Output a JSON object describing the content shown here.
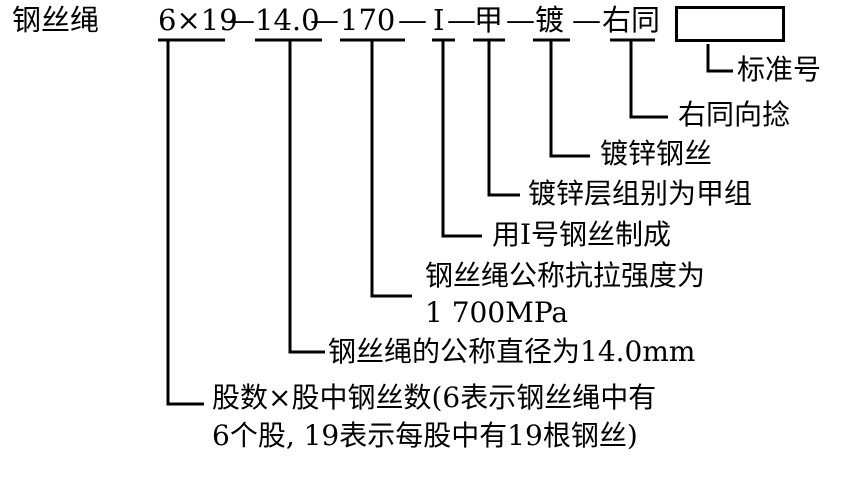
{
  "code": {
    "prefix": "钢丝绳",
    "structure": "6×19",
    "diameter": "14.0",
    "strength": "170",
    "grade": "Ⅰ",
    "coating_group": "甲",
    "coating": "镀",
    "lay": "右同",
    "separator": "—"
  },
  "explanations": {
    "standard": "标准号",
    "lay": "右同向捻",
    "coating": "镀锌钢丝",
    "coating_group": "镀锌层组别为甲组",
    "grade": "用Ⅰ号钢丝制成",
    "strength_line1": "钢丝绳公称抗拉强度为",
    "strength_line2": "1 700MPa",
    "diameter": "钢丝绳的公称直径为14.0mm",
    "structure_line1": "股数×股中钢丝数(6表示钢丝绳中有",
    "structure_line2": "6个股, 19表示每股中有19根钢丝)"
  }
}
